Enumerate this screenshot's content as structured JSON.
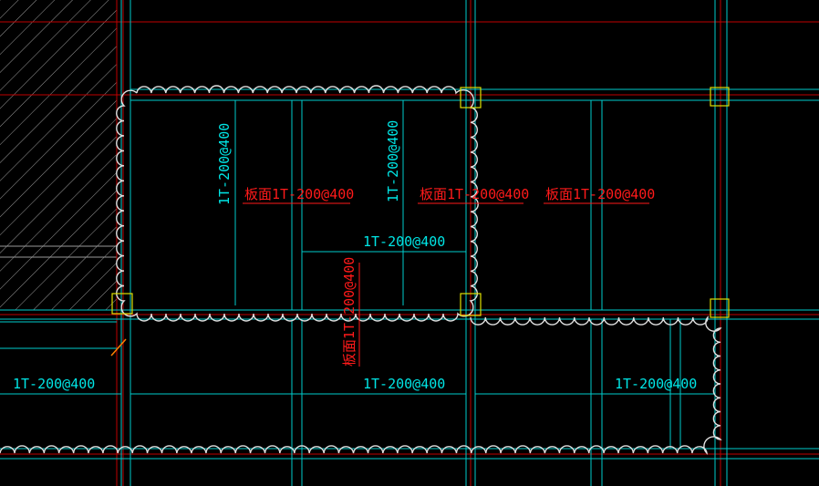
{
  "drawing": {
    "colors": {
      "background": "#000000",
      "grid_red": "#c00000",
      "rebar_cyan": "#00cccc",
      "text_cyan": "#00e5e5",
      "text_red": "#ff1a1a",
      "cloud_white": "#e0e0e0",
      "column_yellow": "#e0e000",
      "hatch_gray": "#9a9a9a"
    },
    "labels": {
      "l1": "1T-200@400",
      "l2": "1T-200@400",
      "l3": "1T-200@400",
      "l4": "1T-200@400",
      "l5": "1T-200@400",
      "l6": "1T-200@400",
      "r1": "板面1T-200@400",
      "r2": "板面1T-200@400",
      "r3": "板面1T-200@400",
      "r4": "板面1T-200@400"
    }
  }
}
